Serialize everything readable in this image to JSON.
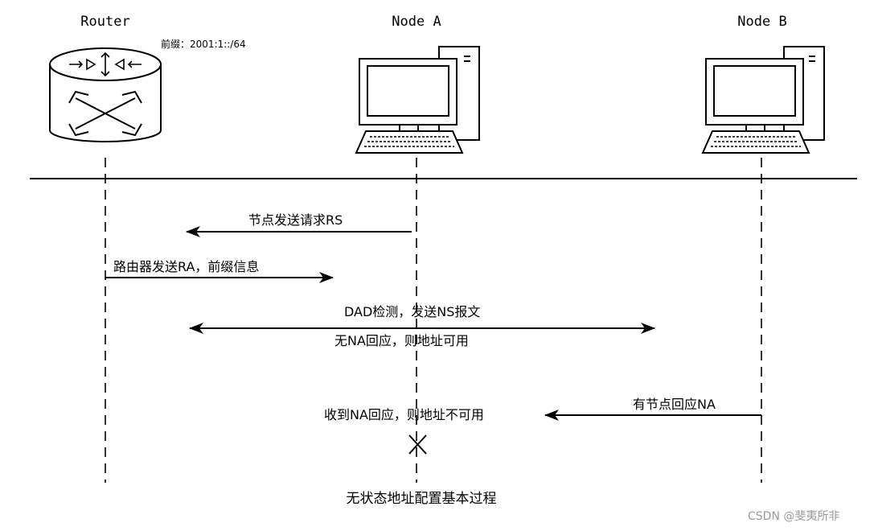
{
  "participants": [
    {
      "id": "router",
      "label": "Router"
    },
    {
      "id": "nodeA",
      "label": "Node A"
    },
    {
      "id": "nodeB",
      "label": "Node B"
    }
  ],
  "prefix_note": "前缀：2001:1::/64",
  "messages": {
    "rs": "节点发送请求RS",
    "ra": "路由器发送RA，前缀信息",
    "dad": "DAD检测，发送NS报文",
    "no_na": "无NA回应，则地址可用",
    "na_reply": "有节点回应NA",
    "na_received": "收到NA回应，则地址不可用"
  },
  "caption": "无状态地址配置基本过程",
  "watermark": "CSDN @斐夷所非",
  "icons": {
    "router": "router-icon",
    "nodeA": "computer-icon",
    "nodeB": "computer-icon",
    "stop": "cross-mark-icon"
  }
}
